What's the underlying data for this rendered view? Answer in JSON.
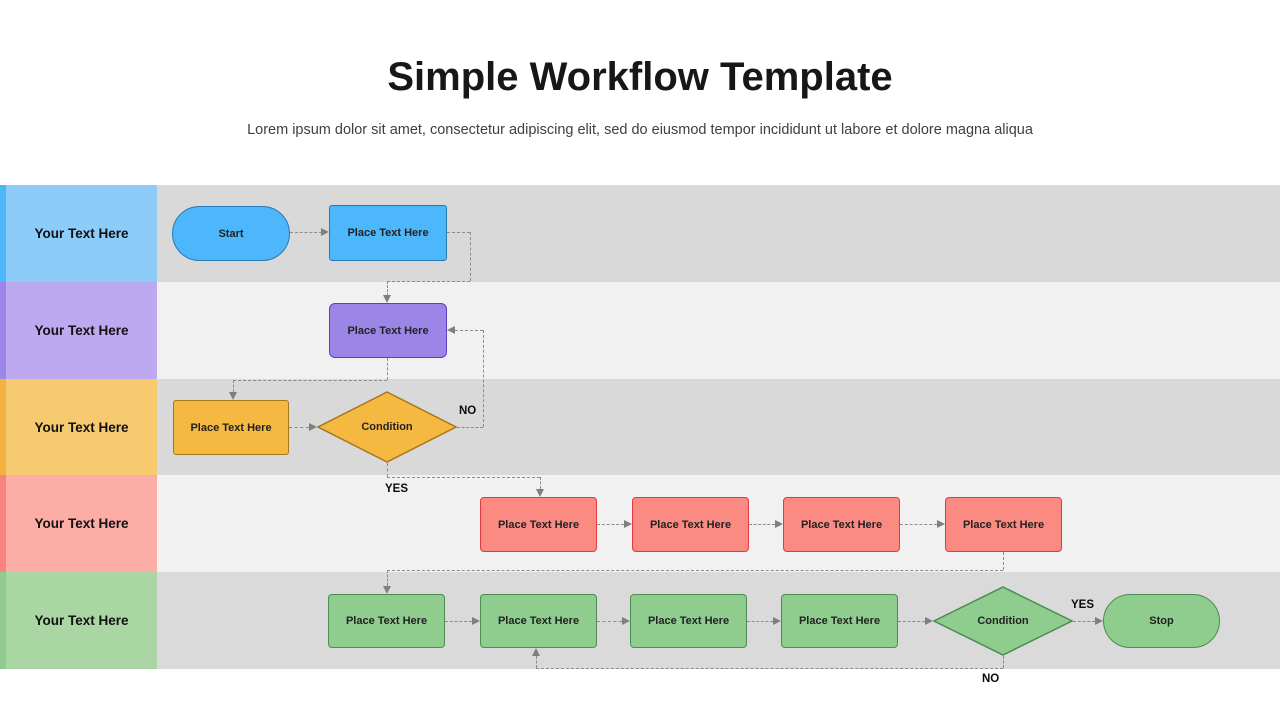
{
  "header": {
    "title": "Simple Workflow Template",
    "subtitle": "Lorem ipsum dolor sit amet, consectetur adipiscing elit, sed do eiusmod tempor incididunt ut labore et dolore magna aliqua"
  },
  "diagram": {
    "lanes": [
      {
        "label": "Your Text Here",
        "color_name": "blue",
        "strip": "#4CB8FB",
        "label_bg": "#8DCCF8",
        "row_bg": "#D9D9D9"
      },
      {
        "label": "Your Text Here",
        "color_name": "purple",
        "strip": "#9B85E8",
        "label_bg": "#BCA9EF",
        "row_bg": "#F1F1F1"
      },
      {
        "label": "Your Text Here",
        "color_name": "orange",
        "strip": "#F4B33F",
        "label_bg": "#F7CA70",
        "row_bg": "#D9D9D9"
      },
      {
        "label": "Your Text Here",
        "color_name": "red",
        "strip": "#F9837B",
        "label_bg": "#FBADA6",
        "row_bg": "#F1F1F1"
      },
      {
        "label": "Your Text Here",
        "color_name": "green",
        "strip": "#90CC90",
        "label_bg": "#A9D6A3",
        "row_bg": "#DADADA"
      }
    ],
    "shapes": {
      "start": "Start",
      "step": "Place Text Here",
      "condition": "Condition",
      "stop": "Stop"
    },
    "branch_labels": {
      "yes": "YES",
      "no": "NO"
    },
    "colors": {
      "blue_fill": "#4DB7FB",
      "blue_border": "#2878B5",
      "purple_fill": "#9B86E8",
      "purple_border": "#5C3FC4",
      "orange_fill": "#F5B942",
      "orange_border": "#A8761B",
      "red_fill": "#FA8A82",
      "red_border": "#E23B3B",
      "green_fill": "#8FCD8F",
      "green_border": "#4C8B52",
      "connector": "#8C8C8C"
    }
  }
}
